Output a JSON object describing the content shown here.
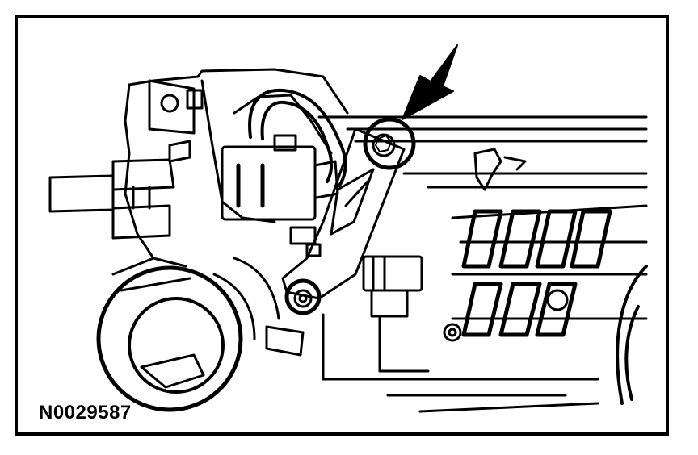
{
  "figure": {
    "id_label": "N0029587",
    "subject": "bracket-bolt-location",
    "colors": {
      "line": "#000000",
      "background": "#ffffff"
    },
    "callout": {
      "icon": "arrow-pointer-icon",
      "target": "bracket-upper-bolt"
    }
  }
}
